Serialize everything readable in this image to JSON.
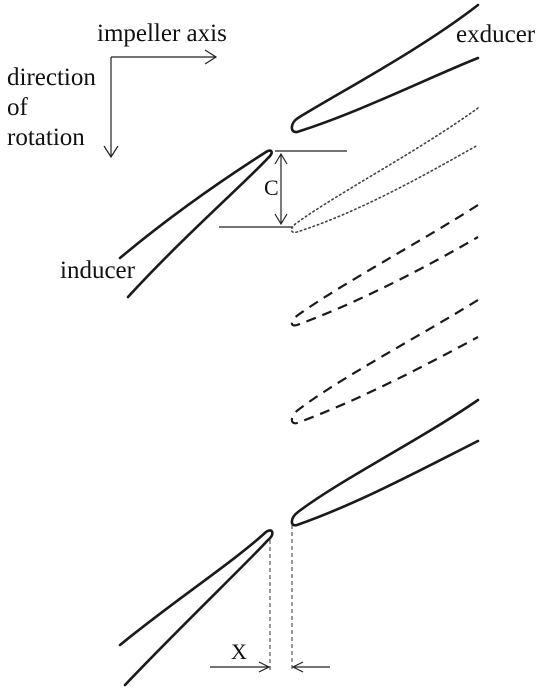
{
  "labels": {
    "impeller_axis": "impeller axis",
    "exducer": "exducer",
    "direction_line1": "direction",
    "direction_line2": "of",
    "direction_line3": "rotation",
    "inducer": "inducer",
    "c_dimension": "C",
    "x_dimension": "X"
  }
}
